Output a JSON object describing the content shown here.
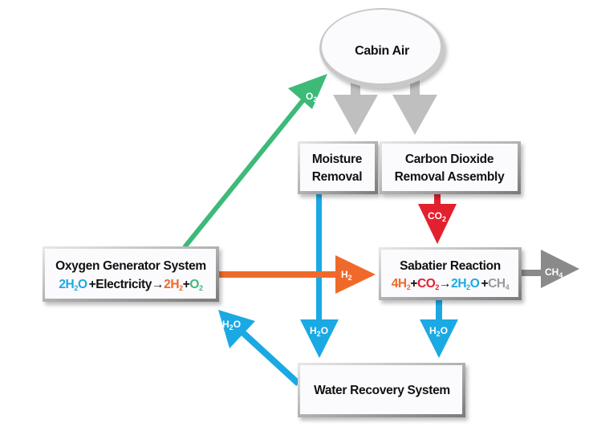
{
  "colors": {
    "green": "#3dba78",
    "orange": "#ef6a2a",
    "blue": "#1ba9e3",
    "red": "#e3202d",
    "gray_arrow": "#bfbfbf",
    "dark_gray": "#8a8a8a",
    "text": "#111111"
  },
  "nodes": {
    "cabin_air": {
      "label": "Cabin Air"
    },
    "moisture_removal": {
      "line1": "Moisture",
      "line2": "Removal"
    },
    "co2_removal": {
      "line1": "Carbon Dioxide",
      "line2": "Removal Assembly"
    },
    "oxygen_generator": {
      "title": "Oxygen Generator System",
      "equation": {
        "reactant1": "2H",
        "reactant1_sub": "2",
        "reactant1_tail": "O",
        "plus1": "+",
        "reactant2": "Electricity",
        "arrow": "→",
        "product1": "2H",
        "product1_sub": "2",
        "plus2": "+",
        "product2": "O",
        "product2_sub": "2"
      }
    },
    "sabatier": {
      "title": "Sabatier Reaction",
      "equation": {
        "reactant1": "4H",
        "reactant1_sub": "2",
        "plus1": "+",
        "reactant2": "CO",
        "reactant2_sub": "2",
        "arrow": "→",
        "product1": "2H",
        "product1_sub": "2",
        "product1_tail": "O",
        "plus2": "+",
        "product2": "CH",
        "product2_sub": "4"
      }
    },
    "water_recovery": {
      "label": "Water Recovery System"
    }
  },
  "flows": {
    "o2": {
      "main": "O",
      "sub": "2"
    },
    "h2": {
      "main": "H",
      "sub": "2"
    },
    "co2": {
      "main": "CO",
      "sub": "2"
    },
    "ch4": {
      "main": "CH",
      "sub": "4"
    },
    "h2o_moisture": {
      "main": "H",
      "sub": "2",
      "tail": "O"
    },
    "h2o_sabatier": {
      "main": "H",
      "sub": "2",
      "tail": "O"
    },
    "h2o_recycle": {
      "main": "H",
      "sub": "2",
      "tail": "O"
    }
  }
}
